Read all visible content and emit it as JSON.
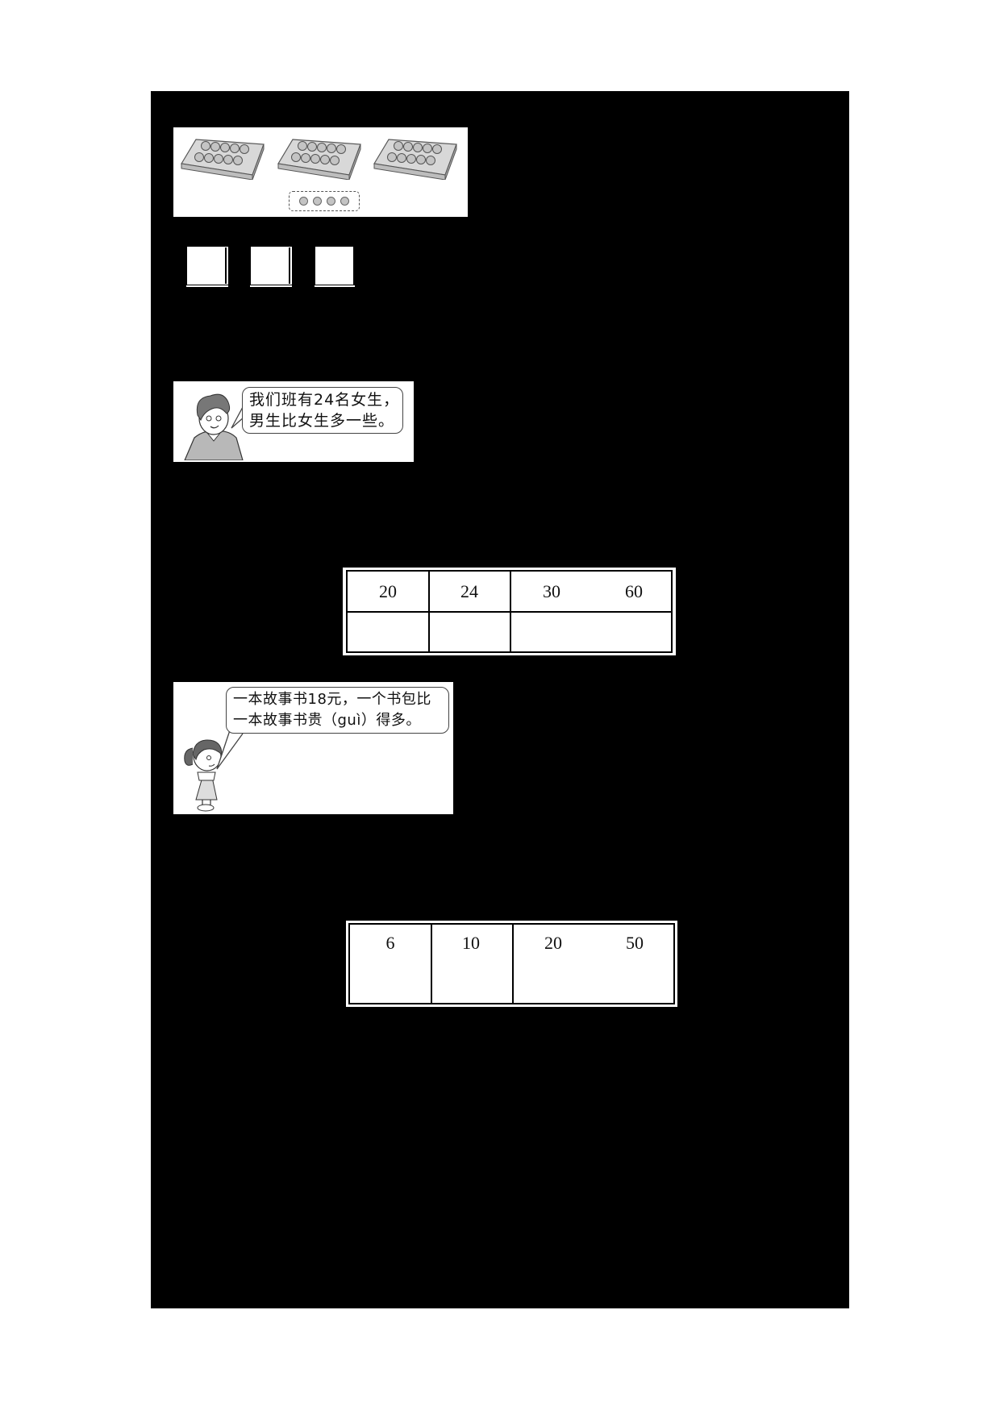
{
  "page": {
    "background": "#ffffff",
    "redaction_color": "#000000"
  },
  "figure_trays": {
    "trays": [
      {
        "rows": 2,
        "per_row": 5
      },
      {
        "rows": 2,
        "per_row": 5
      },
      {
        "rows": 2,
        "per_row": 5
      }
    ],
    "loose_items": 4,
    "item_color": "#c4c4c4"
  },
  "answer_boxes": [
    {
      "value": ""
    },
    {
      "value": ""
    },
    {
      "value": ""
    }
  ],
  "boy_figure": {
    "speech_lines": [
      "我们班有24名女生，",
      "男生比女生多一些。"
    ]
  },
  "table_1": {
    "header_values": [
      "20",
      "24",
      "30",
      "60"
    ],
    "answer_row": [
      "",
      "",
      ""
    ]
  },
  "girl_figure": {
    "speech_lines": [
      "一本故事书18元，一个书包比",
      "一本故事书贵（guì）得多。"
    ]
  },
  "table_2": {
    "values": [
      "6",
      "10",
      "20",
      "50"
    ]
  }
}
